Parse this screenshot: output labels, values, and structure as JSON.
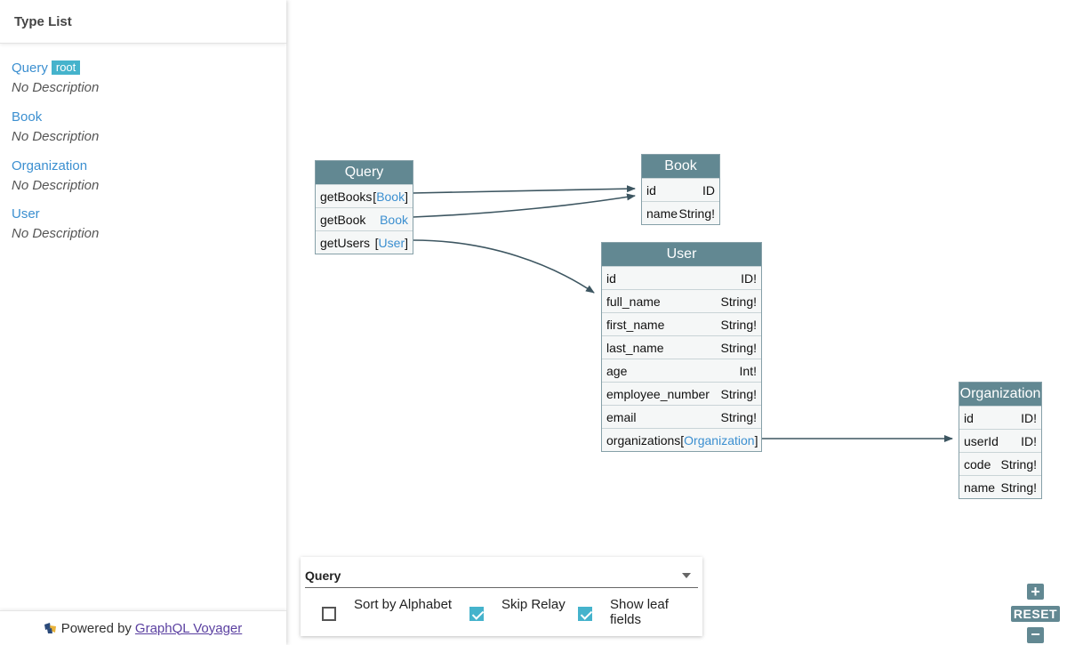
{
  "sidebar": {
    "title": "Type List",
    "types": [
      {
        "name": "Query",
        "badge": "root",
        "desc": "No Description"
      },
      {
        "name": "Book",
        "desc": "No Description"
      },
      {
        "name": "Organization",
        "desc": "No Description"
      },
      {
        "name": "User",
        "desc": "No Description"
      }
    ],
    "powered_prefix": "Powered by",
    "powered_link": "GraphQL Voyager"
  },
  "nodes": {
    "query": {
      "title": "Query",
      "fields": [
        {
          "name": "getBooks",
          "open": "[",
          "type": "Book",
          "close": "]"
        },
        {
          "name": "getBook",
          "open": "",
          "type": "Book",
          "close": ""
        },
        {
          "name": "getUsers",
          "open": "[",
          "type": "User",
          "close": "]"
        }
      ]
    },
    "book": {
      "title": "Book",
      "fields": [
        {
          "name": "id",
          "type": "ID"
        },
        {
          "name": "name",
          "type": "String!"
        }
      ]
    },
    "user": {
      "title": "User",
      "fields": [
        {
          "name": "id",
          "type": "ID!"
        },
        {
          "name": "full_name",
          "type": "String!"
        },
        {
          "name": "first_name",
          "type": "String!"
        },
        {
          "name": "last_name",
          "type": "String!"
        },
        {
          "name": "age",
          "type": "Int!"
        },
        {
          "name": "employee_number",
          "type": "String!"
        },
        {
          "name": "email",
          "type": "String!"
        },
        {
          "name": "organizations",
          "open": "[",
          "type": "Organization",
          "close": "]"
        }
      ]
    },
    "organization": {
      "title": "Organization",
      "fields": [
        {
          "name": "id",
          "type": "ID!"
        },
        {
          "name": "userId",
          "type": "ID!"
        },
        {
          "name": "code",
          "type": "String!"
        },
        {
          "name": "name",
          "type": "String!"
        }
      ]
    }
  },
  "settings": {
    "root_select": "Query",
    "options": [
      {
        "label": "Sort by Alphabet",
        "checked": false
      },
      {
        "label": "Skip Relay",
        "checked": true
      },
      {
        "label": "Show leaf fields",
        "checked": true
      }
    ]
  },
  "zoom": {
    "plus": "+",
    "reset": "RESET",
    "minus": "−"
  },
  "colors": {
    "header": "#628892",
    "link": "#3b8fd0",
    "accent": "#45b3cc",
    "edge": "#3d5661"
  }
}
